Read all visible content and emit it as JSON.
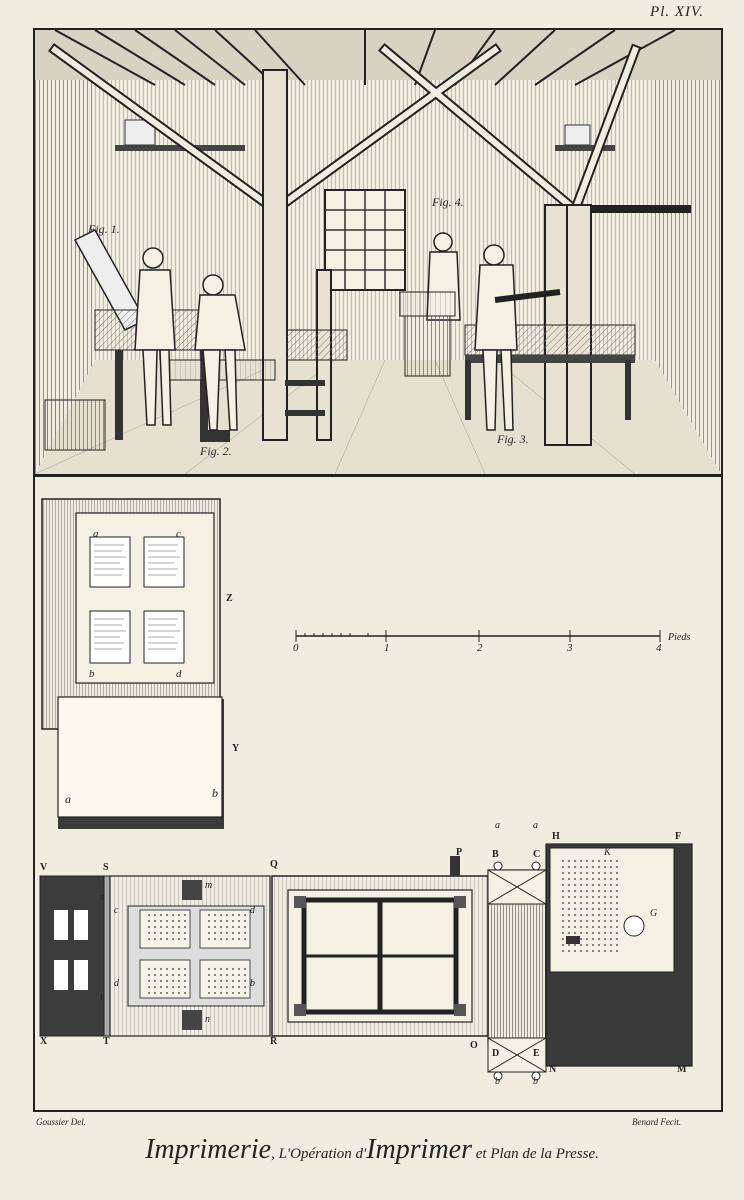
{
  "plate": {
    "number": "Pl. XIV."
  },
  "figures": {
    "fig1": "Fig. 1.",
    "fig2": "Fig. 2.",
    "fig3": "Fig. 3.",
    "fig4": "Fig. 4."
  },
  "scale": {
    "ticks": [
      "0",
      "1",
      "2",
      "3",
      "4"
    ],
    "unit": "Pieds"
  },
  "forme_letters": {
    "a": "a",
    "b": "b",
    "c": "c",
    "d": "d",
    "Z": "Z",
    "Y": "Y",
    "a2": "a",
    "b2": "b"
  },
  "press_letters": {
    "V": "V",
    "S": "S",
    "X": "X",
    "T": "T",
    "s": "s",
    "t": "t",
    "c": "c",
    "d": "d",
    "d2": "d",
    "b": "b",
    "m": "m",
    "n": "n",
    "Q": "Q",
    "R": "R",
    "P": "P",
    "O": "O",
    "a1": "a",
    "a2": "a",
    "B": "B",
    "C": "C",
    "H": "H",
    "F": "F",
    "K": "K",
    "G": "G",
    "D": "D",
    "E": "E",
    "N": "N",
    "M": "M",
    "b1": "b",
    "b2": "b"
  },
  "credits": {
    "left": "Goussier Del.",
    "right": "Benard Fecit."
  },
  "title": {
    "part1": "Imprimerie",
    "part2": ", L'Opération d'",
    "part3": "Imprimer",
    "part4": " et Plan de la Presse."
  }
}
